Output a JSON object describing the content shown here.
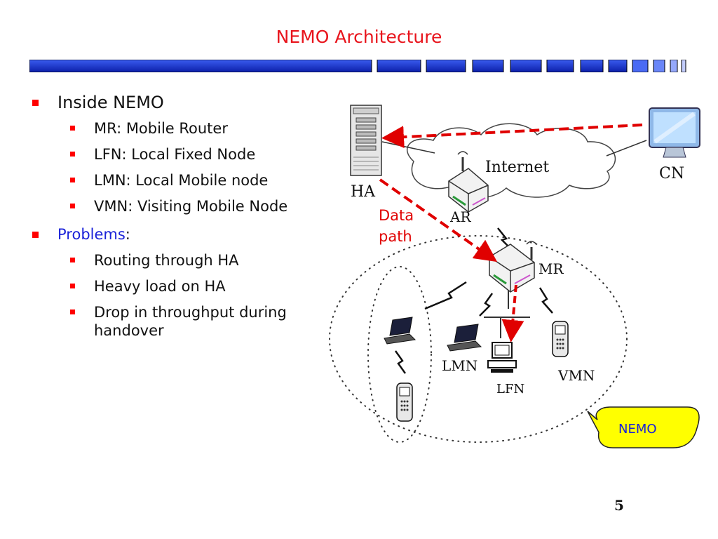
{
  "title": "NEMO Architecture",
  "bullets": {
    "inside": "Inside NEMO",
    "mr": "MR: Mobile Router",
    "lfn": "LFN: Local Fixed Node",
    "lmn": "LMN: Local Mobile node",
    "vmn": "VMN: Visiting Mobile Node",
    "problems": "Problems",
    "problems_colon": ":",
    "routing": "Routing through HA",
    "load": "Heavy load on HA",
    "drop": "Drop in throughput during handover"
  },
  "diagram": {
    "ha": "HA",
    "internet": "Internet",
    "cn": "CN",
    "ar": "AR",
    "mr": "MR",
    "lmn": "LMN",
    "lfn": "LFN",
    "vmn": "VMN",
    "data_path_1": "Data",
    "data_path_2": "path",
    "nemo": "NEMO"
  },
  "page_number": "5",
  "colors": {
    "title": "#e8141c",
    "bar": "#1a2fd6",
    "bullet": "#ff0000",
    "data_path": "#e00000",
    "callout_fill": "#ffff00"
  }
}
